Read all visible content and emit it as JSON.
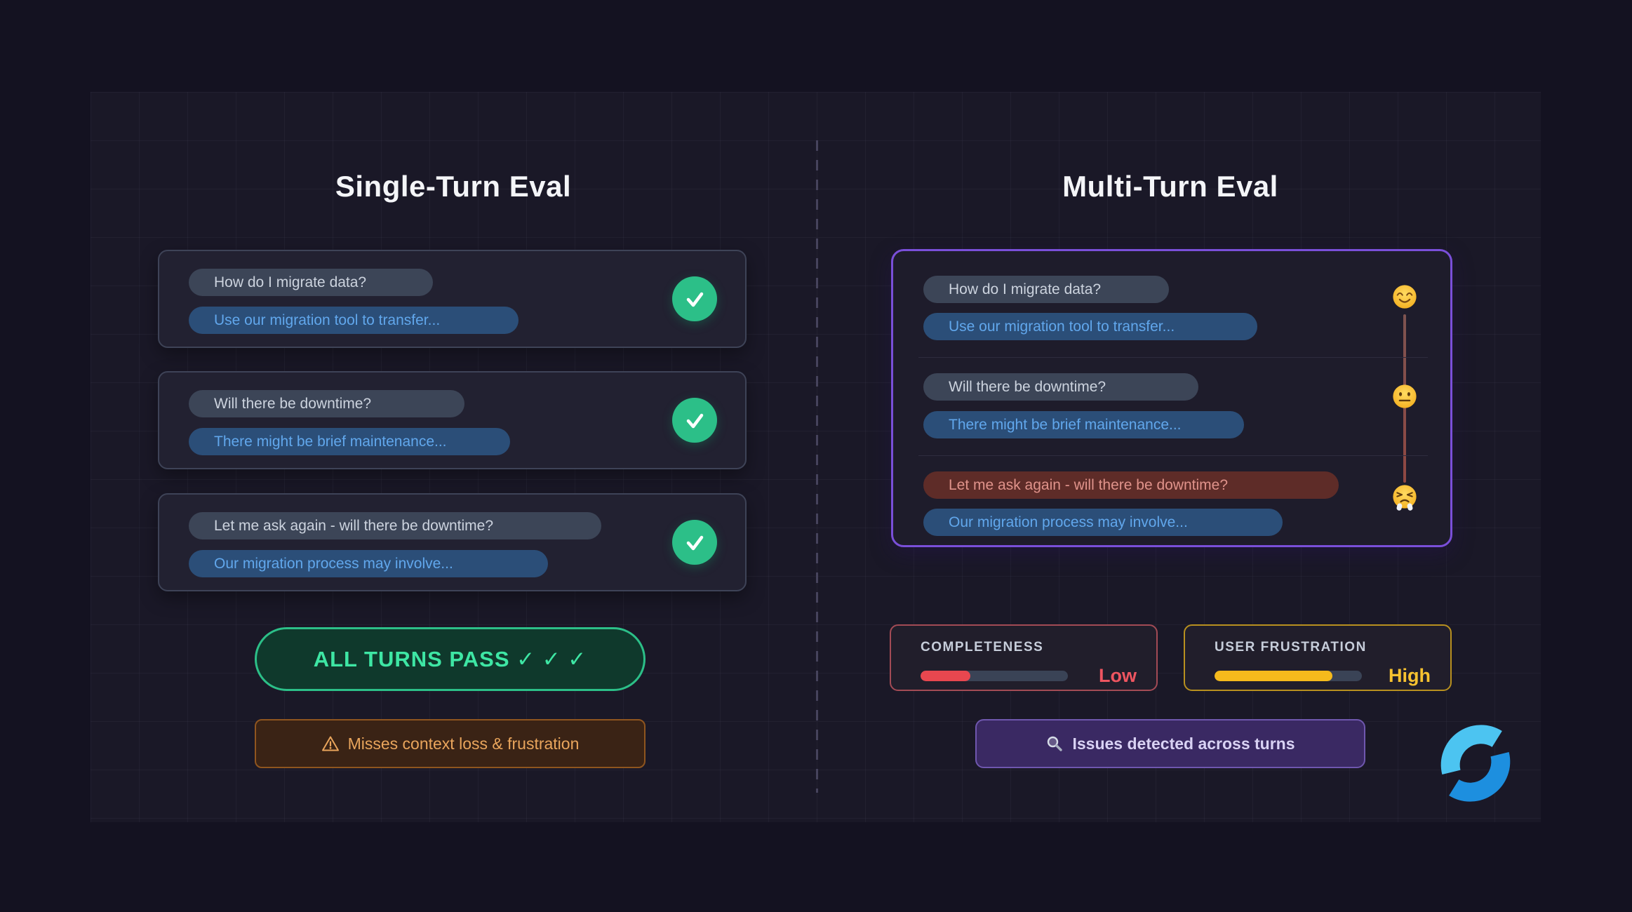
{
  "left": {
    "title": "Single-Turn Eval",
    "turns": [
      {
        "user": "How do I migrate data?",
        "assistant": "Use our migration tool to transfer...",
        "result": "pass"
      },
      {
        "user": "Will there be downtime?",
        "assistant": "There might be brief maintenance...",
        "result": "pass"
      },
      {
        "user": "Let me ask again - will there be downtime?",
        "assistant": "Our migration process may involve...",
        "result": "pass"
      }
    ],
    "verdict": "ALL TURNS PASS ✓ ✓ ✓",
    "warning": "Misses context loss & frustration"
  },
  "right": {
    "title": "Multi-Turn Eval",
    "turns": [
      {
        "user": "How do I migrate data?",
        "assistant": "Use our migration tool to transfer...",
        "sentiment": "happy"
      },
      {
        "user": "Will there be downtime?",
        "assistant": "There might be brief maintenance...",
        "sentiment": "neutral"
      },
      {
        "user": "Let me ask again - will there be downtime?",
        "assistant": "Our migration process may involve...",
        "sentiment": "angry",
        "flagged": true
      }
    ],
    "metrics": [
      {
        "label": "COMPLETENESS",
        "level": "Low",
        "percent": 34,
        "fill_color": "#e8474f"
      },
      {
        "label": "USER FRUSTRATION",
        "level": "High",
        "percent": 80,
        "fill_color": "#f5ba1c"
      }
    ],
    "insight": "Issues detected across turns"
  },
  "colors": {
    "background": "#141221",
    "panel": "#1a1827",
    "pass_green": "#2cbf88",
    "verdict_text": "#3ee6a4",
    "warning_orange": "#e9a55c",
    "purple_accent": "#7a4fd9",
    "user_bubble": "#3c4557",
    "assistant_bubble": "#2b4e78",
    "assistant_text": "#61a7ec",
    "bad_bubble": "#5e2c28",
    "logo_light_blue": "#4cc4f1",
    "logo_dark_blue": "#1d8fdf"
  }
}
